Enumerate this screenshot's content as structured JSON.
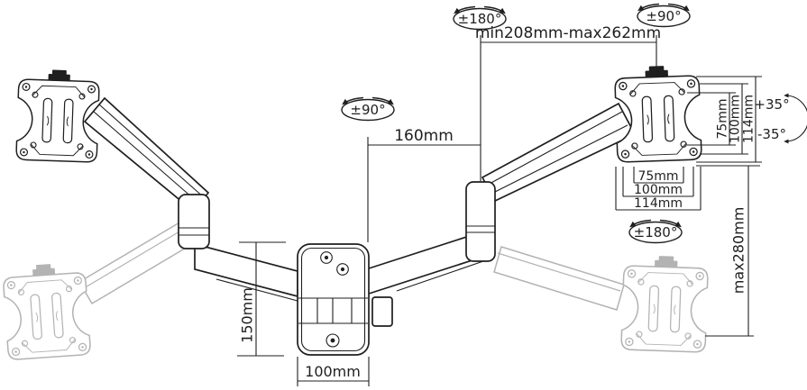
{
  "diagram": {
    "type": "technical-line-drawing",
    "subject": "Dual-arm gas-spring monitor wall mount with dimension annotations",
    "background": "#ffffff",
    "line_color": "#1f1f1f",
    "ghost_color": "#b3b3b3"
  },
  "labels": {
    "rotation_top": "±180°",
    "rotation_top_right": "±90°",
    "rotation_left": "±90°",
    "rotation_right": "±180°",
    "horizontal_range": "min208mm-max262mm",
    "wall_to_joint": "160mm",
    "vesa_vertical": {
      "v75": "75mm",
      "v100": "100mm",
      "v114": "114mm"
    },
    "vesa_horizontal": {
      "v75": "75mm",
      "v100": "100mm",
      "v114": "114mm"
    },
    "tilt_up": "+35°",
    "tilt_down": "-35°",
    "vertical_range": "max280mm",
    "wall_plate_height": "150mm",
    "wall_plate_width": "100mm"
  }
}
